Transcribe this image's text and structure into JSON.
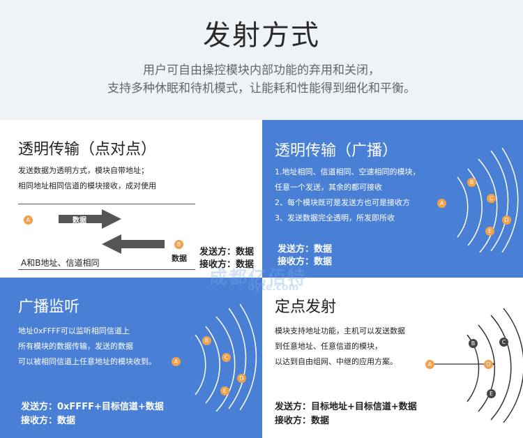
{
  "header": {
    "title": "发射方式",
    "subtitle_line1": "用户可自由操控模块内部功能的弃用和关闭，",
    "subtitle_line2": "支持多种休眠和待机模式，让能耗和性能得到细化和平衡。"
  },
  "quad1": {
    "title": "透明传输（点对点）",
    "lines": [
      "发送数据为透明方式，模块自带地址；",
      "相同地址相同信道的模块接收，成对使用"
    ],
    "node_a": "A",
    "node_b": "B",
    "arrow_label": "数据",
    "data_label": "数据",
    "caption": "A和B地址、信道相同",
    "sender": "发送方：数据",
    "receiver": "接收方：数据"
  },
  "quad2": {
    "title": "透明传输（广播）",
    "lines": [
      "1.地址相同、信道相同、空速相同的模块，",
      "任意一个发送，其余的都可接收",
      "2、每个模块既可是发送方也可是接收方",
      "3、发送数据完全透明，所发即所收"
    ],
    "sender": "发送方：数据",
    "receiver": "接收方：数据",
    "nodes": [
      "A",
      "B",
      "C",
      "D",
      "E"
    ]
  },
  "quad3": {
    "title": "广播监听",
    "lines": [
      "地址0xFFFF可以监听相同信道上",
      "所有模块的数据传输，发送的数据",
      "可以被相同信道上任意地址的模块收到。"
    ],
    "sender": "发送方：0xFFFF+目标信道+数据",
    "receiver": "接收方：数据",
    "nodes": [
      "A",
      "B",
      "C",
      "D",
      "E"
    ]
  },
  "quad4": {
    "title": "定点发射",
    "lines": [
      "模块支持地址功能，主机可以发送数据",
      "到任意地址、任意信道的模块，",
      "以达到自由组网、中继的应用方案。"
    ],
    "sender": "发送方：目标地址+目标信道+数据",
    "receiver": "接收方：数据",
    "nodes": [
      "A",
      "B",
      "C",
      "D",
      "E"
    ]
  },
  "watermark": {
    "text": "成都亿佰特",
    "url": "byte.com"
  },
  "colors": {
    "blue": "#4a7fd6",
    "orange": "#f0a14a",
    "dark": "#444444",
    "hero_bg": "#eef3f8"
  }
}
